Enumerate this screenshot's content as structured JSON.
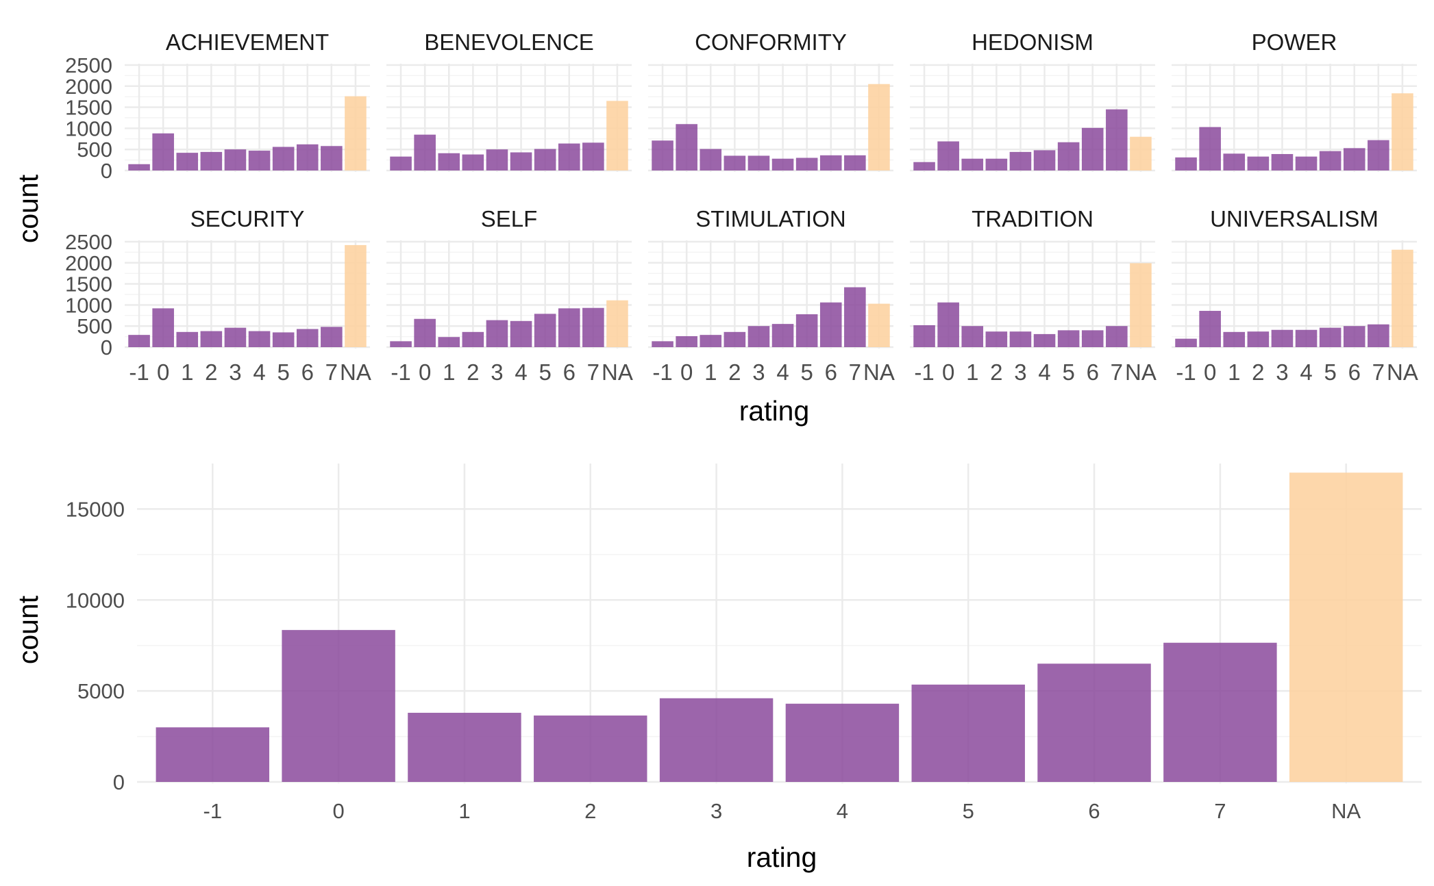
{
  "colors": {
    "rated": "#8B4A9C",
    "na": "#FDD3A2",
    "grid_major": "#EBEBEB",
    "grid_minor": "#F4F4F4",
    "tick_text": "#4D4D4D"
  },
  "chart_data": [
    {
      "type": "bar",
      "facets": [
        "ACHIEVEMENT",
        "BENEVOLENCE",
        "CONFORMITY",
        "HEDONISM",
        "POWER",
        "SECURITY",
        "SELF",
        "STIMULATION",
        "TRADITION",
        "UNIVERSALISM"
      ],
      "categories": [
        "-1",
        "0",
        "1",
        "2",
        "3",
        "4",
        "5",
        "6",
        "7",
        "NA"
      ],
      "values": {
        "ACHIEVEMENT": [
          150,
          880,
          420,
          440,
          500,
          470,
          560,
          620,
          580,
          1760
        ],
        "BENEVOLENCE": [
          330,
          850,
          410,
          380,
          500,
          430,
          510,
          640,
          660,
          1650
        ],
        "CONFORMITY": [
          710,
          1100,
          510,
          350,
          350,
          280,
          300,
          360,
          360,
          2050
        ],
        "HEDONISM": [
          200,
          690,
          280,
          280,
          440,
          480,
          670,
          1010,
          1450,
          800
        ],
        "POWER": [
          310,
          1030,
          400,
          330,
          390,
          330,
          460,
          530,
          720,
          1830
        ],
        "SECURITY": [
          290,
          920,
          360,
          380,
          460,
          380,
          350,
          430,
          480,
          2420
        ],
        "SELF": [
          140,
          670,
          240,
          360,
          640,
          620,
          790,
          920,
          930,
          1110
        ],
        "STIMULATION": [
          140,
          260,
          290,
          360,
          500,
          550,
          780,
          1060,
          1420,
          1030
        ],
        "TRADITION": [
          520,
          1060,
          500,
          370,
          370,
          310,
          400,
          400,
          500,
          1990
        ],
        "UNIVERSALISM": [
          200,
          860,
          360,
          370,
          410,
          410,
          460,
          500,
          540,
          2310
        ]
      },
      "ylim": [
        0,
        2500
      ],
      "yticks": [
        "0",
        "500",
        "1000",
        "1500",
        "2000",
        "2500"
      ],
      "xlabel": "rating",
      "ylabel": "count",
      "grid": true
    },
    {
      "type": "bar",
      "categories": [
        "-1",
        "0",
        "1",
        "2",
        "3",
        "4",
        "5",
        "6",
        "7",
        "NA"
      ],
      "values": [
        3000,
        8350,
        3800,
        3650,
        4600,
        4300,
        5350,
        6500,
        7650,
        17000
      ],
      "ylim": [
        0,
        17500
      ],
      "yticks": [
        "0",
        "5000",
        "10000",
        "15000"
      ],
      "xlabel": "rating",
      "ylabel": "count",
      "grid": true
    }
  ]
}
